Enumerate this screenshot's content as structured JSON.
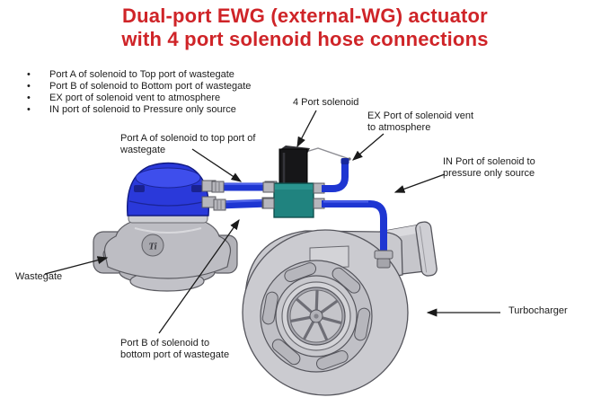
{
  "title": {
    "line1": "Dual-port EWG (external-WG) actuator",
    "line2": "with 4 port solenoid hose connections"
  },
  "notes": {
    "bullet": "•",
    "items": [
      "Port A of solenoid to Top port of wastegate",
      "Port B of solenoid to Bottom port of wastegate",
      "EX port of solenoid vent to atmosphere",
      "IN port of solenoid to Pressure only source"
    ]
  },
  "callouts": {
    "port_a": {
      "line1": "Port A of solenoid to top port of",
      "line2": "wastegate"
    },
    "solenoid": {
      "line1": "4 Port solenoid"
    },
    "ex_port": {
      "line1": "EX Port of solenoid vent",
      "line2": "to atmosphere"
    },
    "in_port": {
      "line1": "IN Port of solenoid to",
      "line2": "pressure only source"
    },
    "wastegate": {
      "line1": "Wastegate"
    },
    "port_b": {
      "line1": "Port B of solenoid to",
      "line2": "bottom port of wastegate"
    },
    "turbocharger": {
      "line1": "Turbocharger"
    }
  },
  "diagram": {
    "wastegate_logo": "Ti",
    "colors": {
      "title_red": "#cf2428",
      "hose_blue": "#1e36d2",
      "wastegate_cap_blue": "#2a39da",
      "solenoid_teal": "#20837f",
      "solenoid_coil_black": "#161618",
      "metal_gray": "#cbcbd0",
      "arrow_black": "#1a1a1a"
    }
  }
}
